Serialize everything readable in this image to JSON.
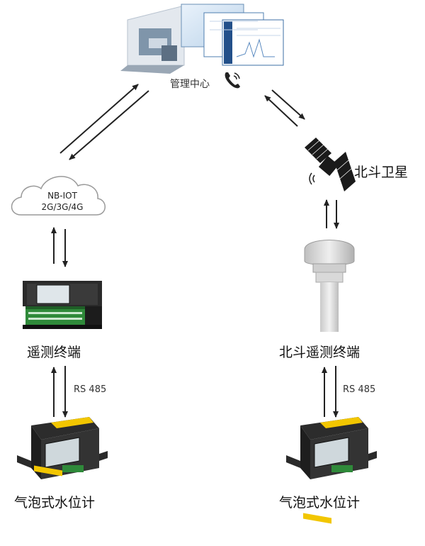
{
  "nodes": {
    "center": {
      "label": "管理中心",
      "icon": "phone-icon"
    },
    "cloud": {
      "line1": "NB-IOT",
      "line2": "2G/3G/4G"
    },
    "satellite": {
      "label": "北斗卫星"
    },
    "rtu_left": {
      "label": "遥测终端"
    },
    "rtu_right": {
      "label": "北斗遥测终端"
    },
    "sensor_left": {
      "label": "气泡式水位计"
    },
    "sensor_right": {
      "label": "气泡式水位计"
    }
  },
  "links": {
    "left_bus": "RS 485",
    "right_bus": "RS 485"
  }
}
